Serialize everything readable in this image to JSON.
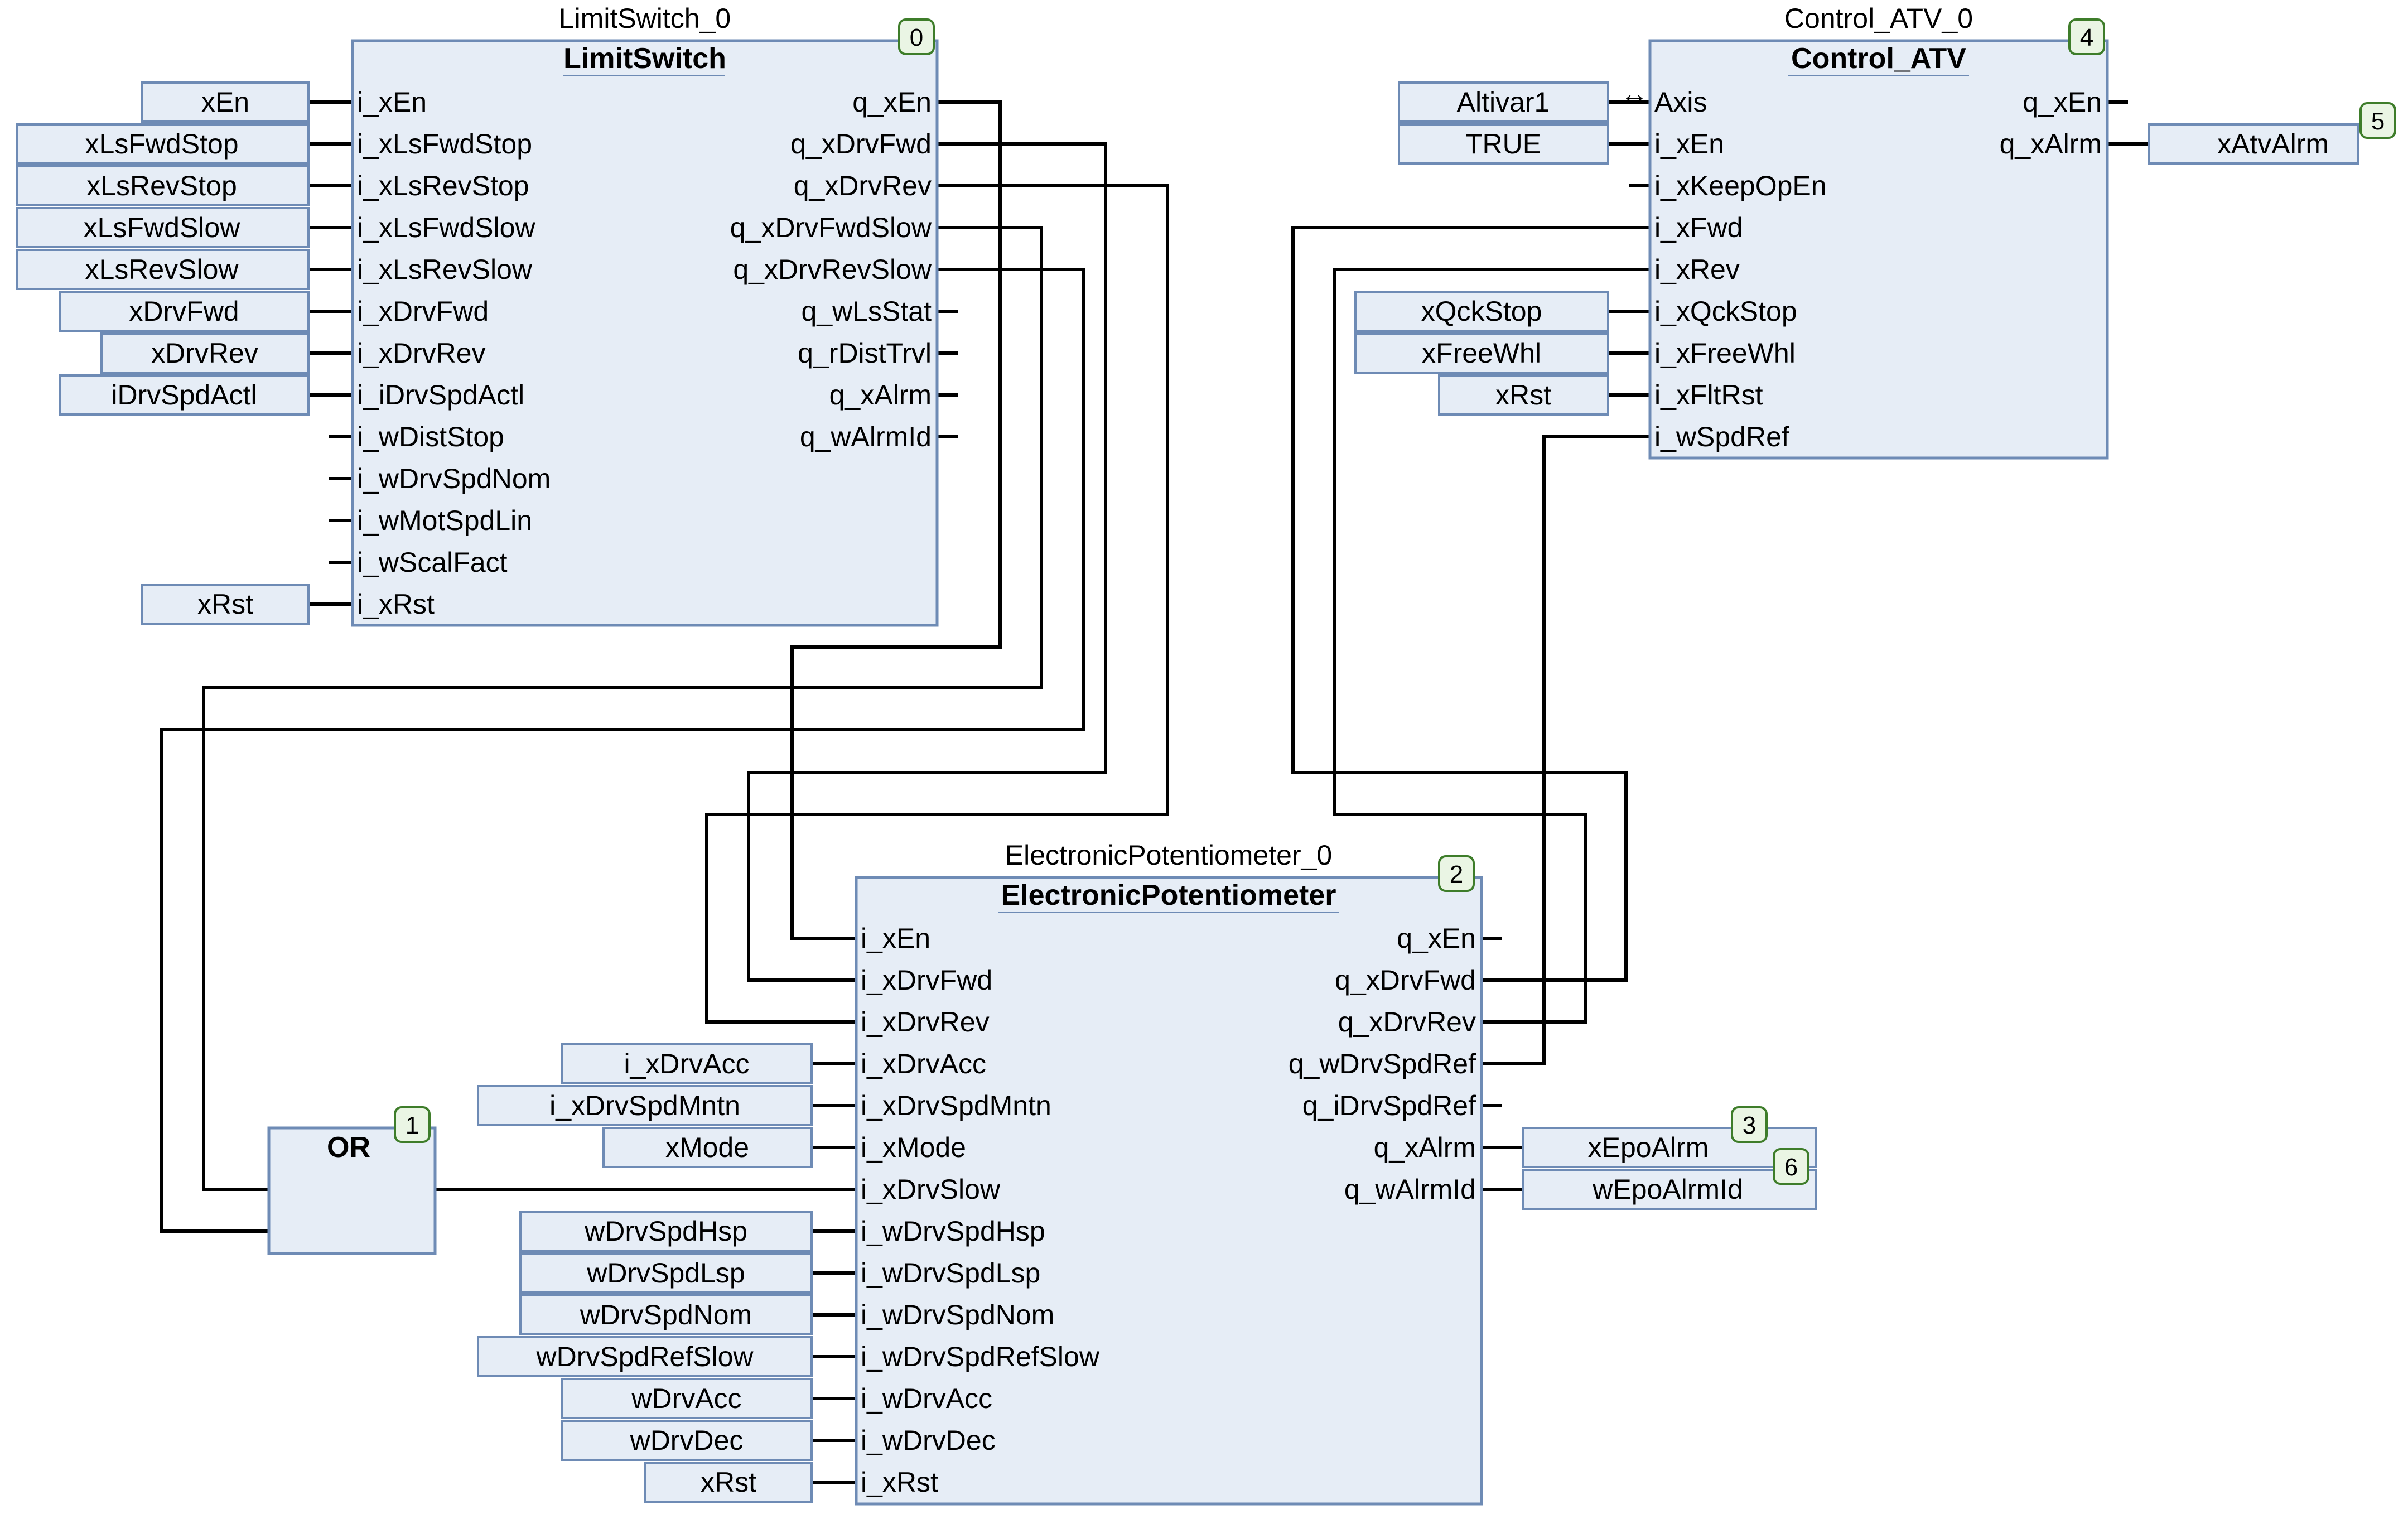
{
  "colors": {
    "block_fill": "#e6edf6",
    "block_stroke": "#6e8bb5",
    "wire": "#000000",
    "badge_fill": "#eaf5e4",
    "badge_stroke": "#3e7d2a",
    "var_fill": "#e6edf6",
    "var_stroke": "#6e8bb5"
  },
  "blocks": {
    "limitswitch": {
      "instance": "LimitSwitch_0",
      "type": "LimitSwitch",
      "number": "0",
      "inputs": [
        "i_xEn",
        "i_xLsFwdStop",
        "i_xLsRevStop",
        "i_xLsFwdSlow",
        "i_xLsRevSlow",
        "i_xDrvFwd",
        "i_xDrvRev",
        "i_iDrvSpdActl",
        "i_wDistStop",
        "i_wDrvSpdNom",
        "i_wMotSpdLin",
        "i_wScalFact",
        "i_xRst"
      ],
      "outputs": [
        "q_xEn",
        "q_xDrvFwd",
        "q_xDrvRev",
        "q_xDrvFwdSlow",
        "q_xDrvRevSlow",
        "q_wLsStat",
        "q_rDistTrvl",
        "q_xAlrm",
        "q_wAlrmId"
      ]
    },
    "control_atv": {
      "instance": "Control_ATV_0",
      "type": "Control_ATV",
      "number": "4",
      "inputs": [
        "Axis",
        "i_xEn",
        "i_xKeepOpEn",
        "i_xFwd",
        "i_xRev",
        "i_xQckStop",
        "i_xFreeWhl",
        "i_xFltRst",
        "i_wSpdRef"
      ],
      "outputs": [
        "q_xEn",
        "q_xAlrm"
      ],
      "axis_arrow": "↔"
    },
    "epot": {
      "instance": "ElectronicPotentiometer_0",
      "type": "ElectronicPotentiometer",
      "number": "2",
      "inputs": [
        "i_xEn",
        "i_xDrvFwd",
        "i_xDrvRev",
        "i_xDrvAcc",
        "i_xDrvSpdMntn",
        "i_xMode",
        "i_xDrvSlow",
        "i_wDrvSpdHsp",
        "i_wDrvSpdLsp",
        "i_wDrvSpdNom",
        "i_wDrvSpdRefSlow",
        "i_wDrvAcc",
        "i_wDrvDec",
        "i_xRst"
      ],
      "outputs": [
        "q_xEn",
        "q_xDrvFwd",
        "q_xDrvRev",
        "q_wDrvSpdRef",
        "q_iDrvSpdRef",
        "q_xAlrm",
        "q_wAlrmId"
      ]
    },
    "or": {
      "type": "OR",
      "number": "1"
    }
  },
  "variables": {
    "ls_xEn": "xEn",
    "ls_xLsFwdStop": "xLsFwdStop",
    "ls_xLsRevStop": "xLsRevStop",
    "ls_xLsFwdSlow": "xLsFwdSlow",
    "ls_xLsRevSlow": "xLsRevSlow",
    "ls_xDrvFwd": "xDrvFwd",
    "ls_xDrvRev": "xDrvRev",
    "ls_iDrvSpdActl": "iDrvSpdActl",
    "ls_xRst": "xRst",
    "atv_axis": "Altivar1",
    "atv_xEn": "TRUE",
    "atv_xQckStop": "xQckStop",
    "atv_xFreeWhl": "xFreeWhl",
    "atv_xRst": "xRst",
    "atv_xAlrm": "xAtvAlrm",
    "atv_xAlrm_num": "5",
    "ep_xDrvAcc": "i_xDrvAcc",
    "ep_xDrvSpdMntn": "i_xDrvSpdMntn",
    "ep_xMode": "xMode",
    "ep_wDrvSpdHsp": "wDrvSpdHsp",
    "ep_wDrvSpdLsp": "wDrvSpdLsp",
    "ep_wDrvSpdNom": "wDrvSpdNom",
    "ep_wDrvSpdRefSlow": "wDrvSpdRefSlow",
    "ep_wDrvAcc": "wDrvAcc",
    "ep_wDrvDec": "wDrvDec",
    "ep_xRst": "xRst",
    "ep_xAlrm": "xEpoAlrm",
    "ep_xAlrm_num": "3",
    "ep_wAlrmId": "wEpoAlrmId",
    "ep_wAlrmId_num": "6"
  }
}
